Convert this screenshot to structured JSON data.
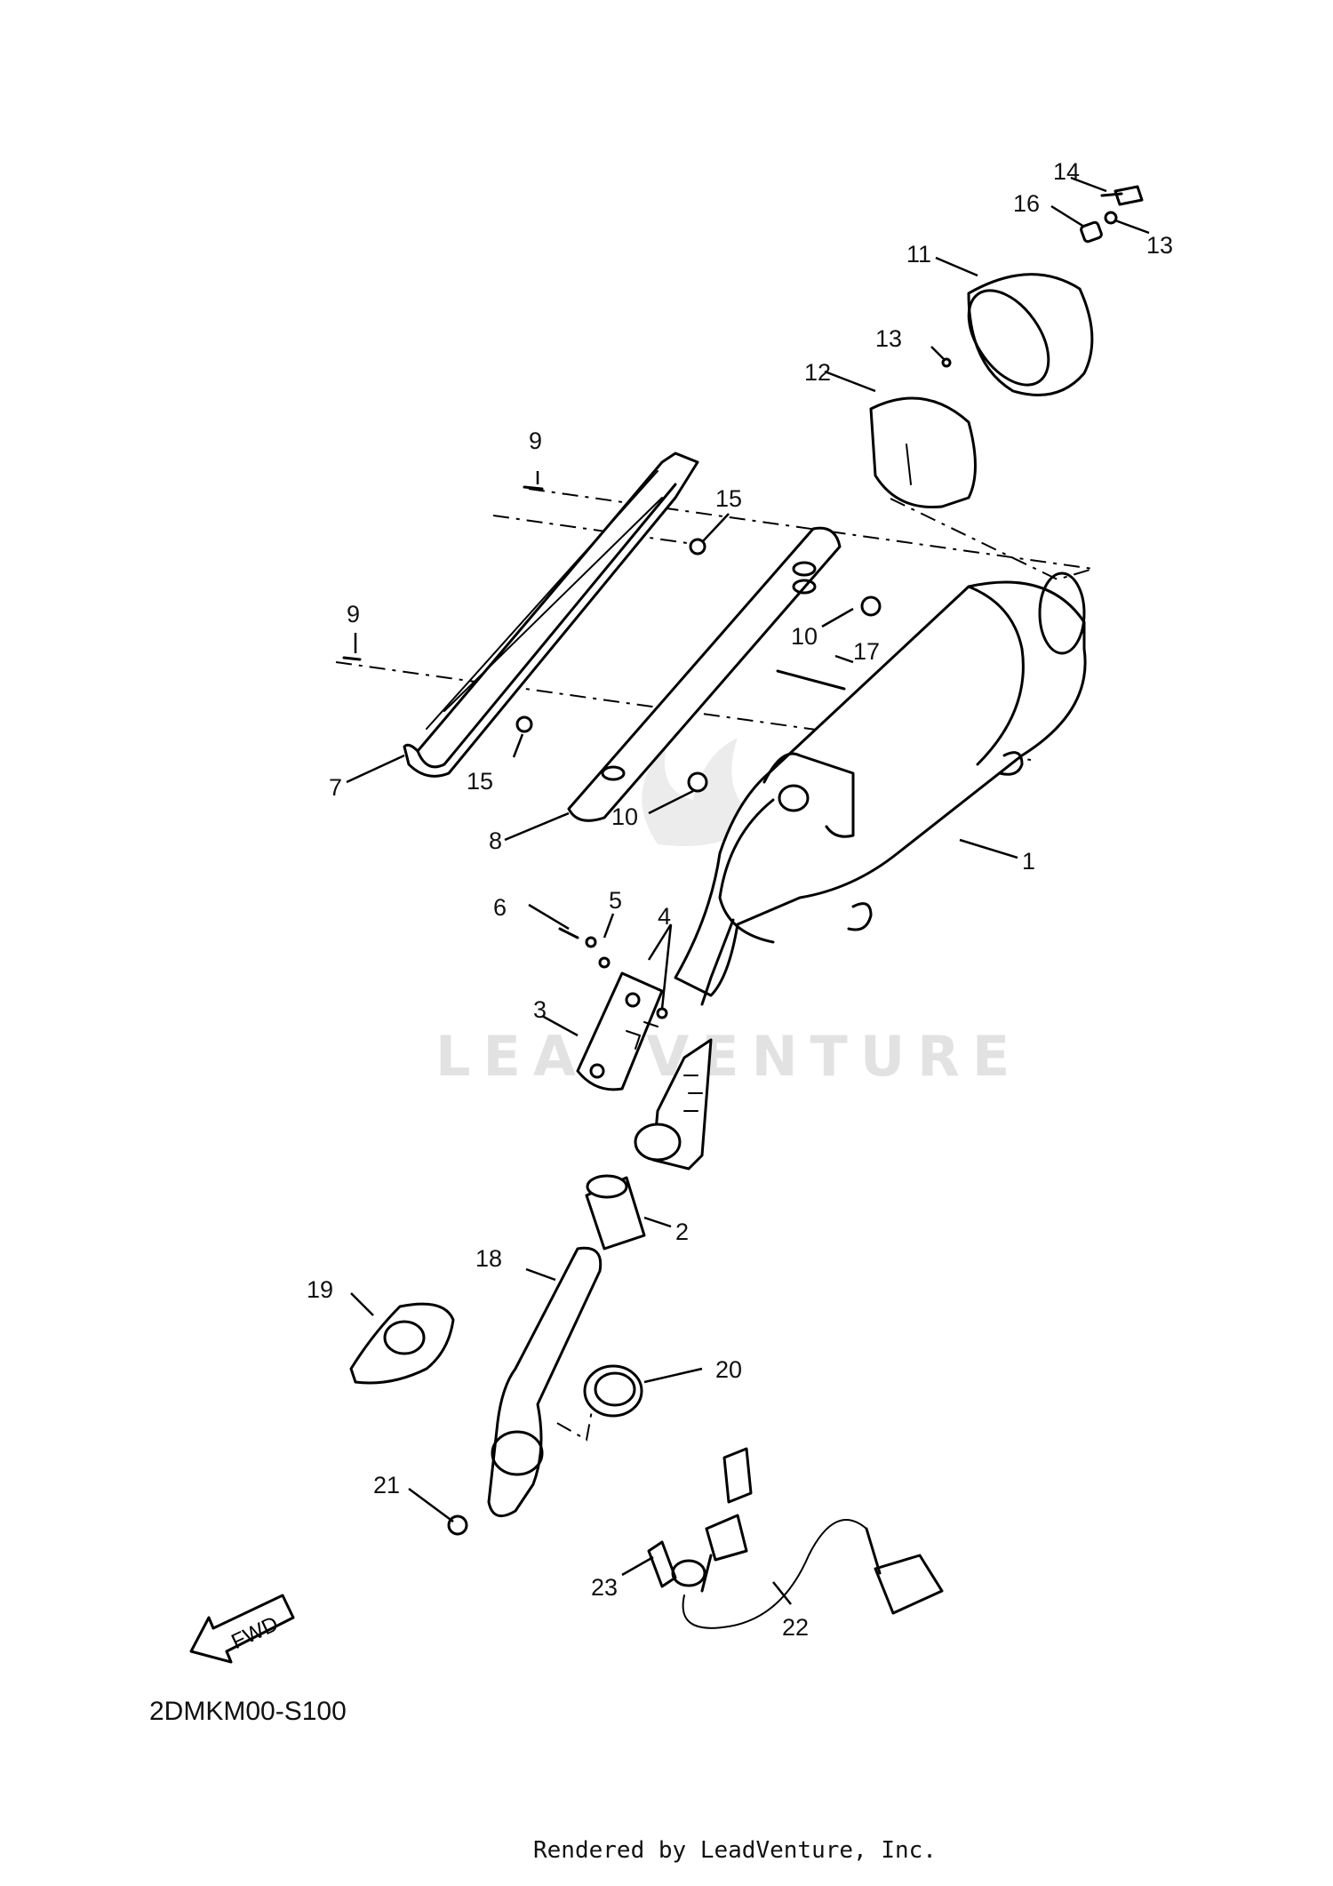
{
  "diagram": {
    "watermark": "LEADVENTURE",
    "diagram_code": "2DMKM00-S100",
    "footer": "Rendered by LeadVenture, Inc.",
    "fwd_label": "FWD",
    "callouts": [
      "1",
      "2",
      "3",
      "4",
      "5",
      "6",
      "7",
      "8",
      "9",
      "9",
      "10",
      "10",
      "11",
      "12",
      "13",
      "13",
      "14",
      "15",
      "15",
      "16",
      "17",
      "18",
      "19",
      "20",
      "21",
      "22",
      "23"
    ]
  }
}
